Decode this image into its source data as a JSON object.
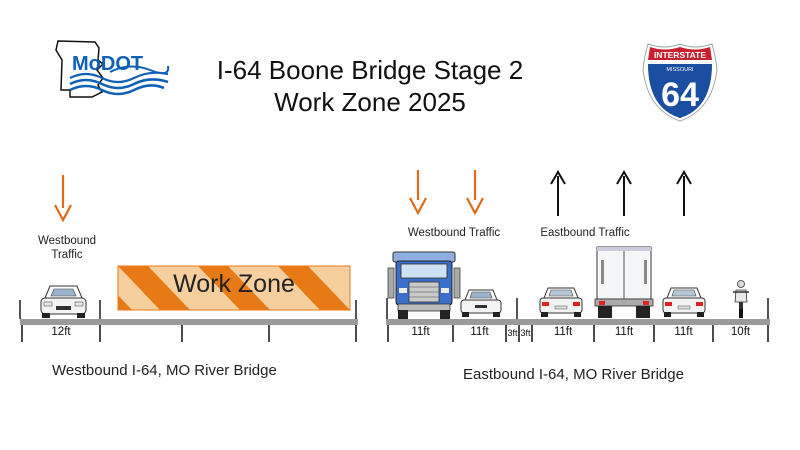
{
  "header": {
    "title_line1": "I-64 Boone Bridge Stage 2",
    "title_line2": "Work Zone 2025"
  },
  "logos": {
    "modot_text": "MoDOT",
    "shield_top": "INTERSTATE",
    "shield_state": "MISSOURI",
    "shield_number": "64"
  },
  "westbound_bridge": {
    "traffic_label_line1": "Westbound",
    "traffic_label_line2": "Traffic",
    "lane_width": "12ft",
    "work_zone_label": "Work Zone",
    "caption": "Westbound I-64, MO River Bridge"
  },
  "eastbound_bridge": {
    "westbound_label": "Westbound Traffic",
    "eastbound_label": "Eastbound Traffic",
    "lane_widths": [
      "11ft",
      "11ft",
      "3ft",
      "3ft",
      "11ft",
      "11ft",
      "11ft",
      "10ft"
    ],
    "caption": "Eastbound I-64, MO River Bridge"
  },
  "colors": {
    "arrow_orange": "#e06a1c",
    "barricade_orange": "#e87a16",
    "barricade_light": "#f5cf9e",
    "deck_gray": "#9a9a9a",
    "shield_blue": "#1a4ea0",
    "shield_red": "#c8202f",
    "modot_blue": "#1160b8"
  }
}
